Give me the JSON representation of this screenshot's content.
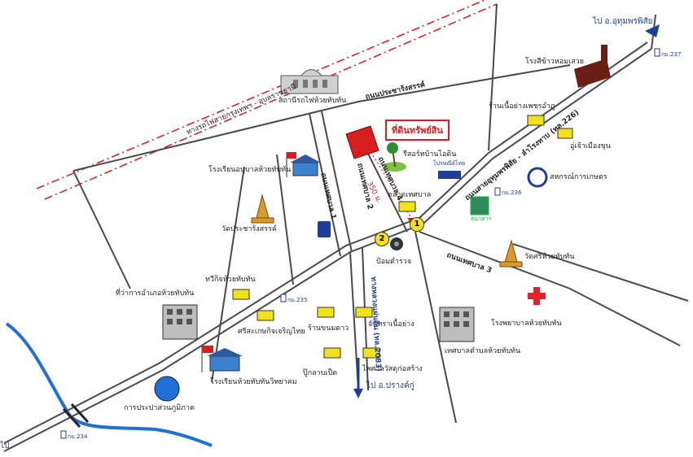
{
  "labels": {
    "highlight": "ที่ดินทรัพย์สิน",
    "to_uthumphon": "ไป อ.อุทุมพรพิสัย",
    "to_prang": "ไป อ.ปรางค์กู่",
    "left_edge": "ไป",
    "railway": "ทางรถไฟสายกรุงเทพฯ - อุบลราชธานี",
    "station": "สถานีรถไฟห้วยทับทัน",
    "rice_mill": "โรงสีข้าวหอมเสวย",
    "anuban_school": "โรงเรียนอนุบาลห้วยทับทัน",
    "wat_prachasan": "วัดประชาร้งสรรค์",
    "resort": "รีสอร์ทบ้านไอดิน",
    "market": "ตลาดเทศบาล",
    "coop": "สหกรณ์การเกษตร",
    "meat_shop": "ร้านเนื้อย่างเพชรอำภู",
    "garage": "อู่เจ้าเมืองขุน",
    "police": "ป้อมตำรวจ",
    "wat_sri": "วัดศรีห้วยทับทัน",
    "hospital": "โรงพยาบาลห้วยทับทัน",
    "municipal": "เทศบาลตำบลห้วยทับทัน",
    "district_office": "ที่ว่าการอำเภอห้วยทับทัน",
    "tawee": "ทวีกิจห้วยทับทัน",
    "srisaket": "ศรีสะเกษกิจเจริญไทย",
    "chanmakhao": "ร้านขนมดาว",
    "jantra": "จันทราเนื้อย่าง",
    "pukan": "ปู๊กลาบเป็ด",
    "pisan": "ไพศาลวัสดุก่อสร้าง",
    "wittayakhom": "โรงเรียนห้วยทับทันวิทยาคม",
    "water": "การประปาส่วนภูมิภาค",
    "distance": "350 ม."
  },
  "roads": {
    "prachasan": "ถนนประชาร้งสรรค์",
    "uthumphon": "ถนนสายอุทุมพรพิสัย - ลำโรงทาบ (ทล.226)",
    "thesaban1": "ถนนเทศบาล 1",
    "thesaban2": "ถนนเทศบาล 2",
    "thesaban3": "ถนนเทศบาล 3",
    "thesaban4": "ถนนเทศบาล 4",
    "prang": "ทางหลวงแผ่นดิน (ทล.2083)"
  },
  "km_markers": {
    "k237": "กม.237",
    "k236": "กม.236",
    "k235": "กม.235",
    "k234": "กม.234"
  },
  "junctions": {
    "j1": "1",
    "j2": "2"
  },
  "logos": {
    "post_text": "ไปรษณีย์ไทย",
    "bank_text": "ธนาคาร"
  },
  "colors": {
    "road": "#4a4a4a",
    "river": "#1f6fd6",
    "railway": "#e0202a",
    "accent_red": "#d81f1f",
    "label_blue": "#1d3f9a"
  }
}
